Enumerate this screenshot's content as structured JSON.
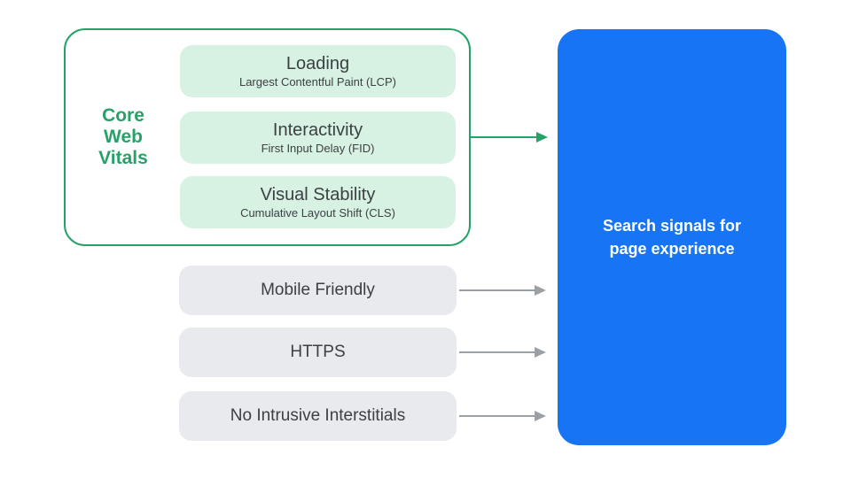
{
  "core_web_vitals": {
    "label": "Core Web Vitals",
    "metrics": [
      {
        "title": "Loading",
        "subtitle": "Largest Contentful Paint (LCP)"
      },
      {
        "title": "Interactivity",
        "subtitle": "First Input Delay (FID)"
      },
      {
        "title": "Visual Stability",
        "subtitle": "Cumulative Layout Shift (CLS)"
      }
    ]
  },
  "other_signals": [
    {
      "label": "Mobile Friendly"
    },
    {
      "label": "HTTPS"
    },
    {
      "label": "No Intrusive Interstitials"
    }
  ],
  "result_box": {
    "label": "Search signals for page experience"
  },
  "icons": [
    {
      "name": "green-arrow",
      "meaning": "core-web-vitals-to-result-arrow"
    },
    {
      "name": "gray-arrow",
      "meaning": "signal-to-result-arrow"
    }
  ],
  "colors": {
    "green": "#26A269",
    "green-light": "#D7F2E3",
    "gray-fill": "#E9EAED",
    "gray-arrow": "#9AA0A6",
    "text-dark": "#3C4043",
    "blue": "#1674F5",
    "text-light": "#FFFFFF"
  }
}
